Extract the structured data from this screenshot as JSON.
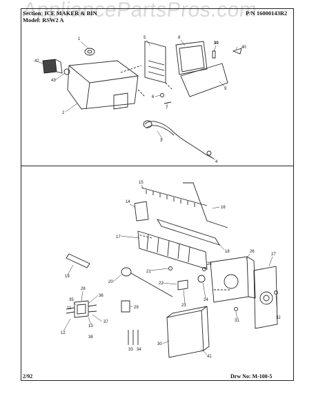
{
  "watermark": "AppliancePartsPros.com",
  "header": {
    "section": "Section:   ICE MAKER & BIN",
    "model": "Model:  RSW2 A",
    "part_number": "P/N 16000143R2"
  },
  "footer": {
    "date": "2/92",
    "drawing_number": "Drw No: M-100-5"
  },
  "callouts": [
    "1",
    "2",
    "3",
    "4",
    "5",
    "6",
    "7",
    "8",
    "9",
    "10",
    "11",
    "12",
    "13",
    "14",
    "15",
    "16",
    "17",
    "18",
    "19",
    "20",
    "21",
    "22",
    "23",
    "24",
    "25",
    "26",
    "27",
    "28",
    "29",
    "30",
    "31",
    "32",
    "33",
    "34",
    "35",
    "36",
    "37",
    "38",
    "39",
    "40",
    "41",
    "42",
    "43"
  ]
}
